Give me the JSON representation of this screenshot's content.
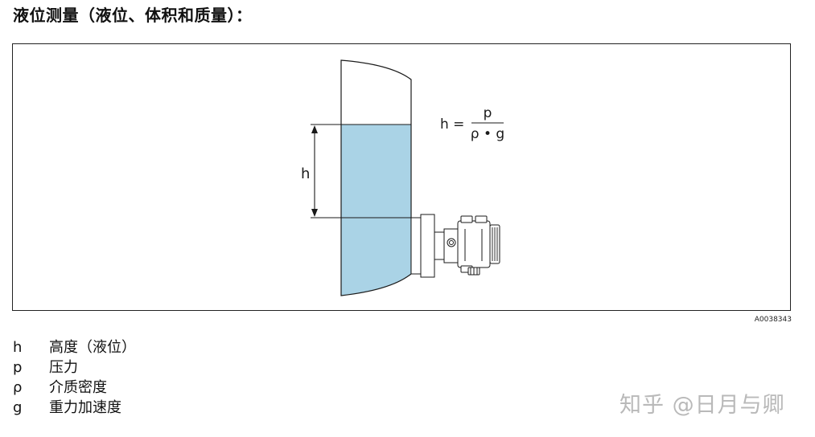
{
  "title": "液位测量（液位、体积和质量）：",
  "figure": {
    "formula": {
      "lhs": "h =",
      "numerator": "p",
      "denominator": "ρ • g"
    },
    "height_label": "h",
    "figure_id": "A0038343",
    "colors": {
      "liquid": "#aad3e6",
      "outline": "#1a1a1a"
    }
  },
  "legend": [
    {
      "symbol": "h",
      "description": "高度（液位）"
    },
    {
      "symbol": "p",
      "description": "压力"
    },
    {
      "symbol": "ρ",
      "description": "介质密度"
    },
    {
      "symbol": "g",
      "description": "重力加速度"
    }
  ],
  "watermark": "知乎 @日月与卿"
}
